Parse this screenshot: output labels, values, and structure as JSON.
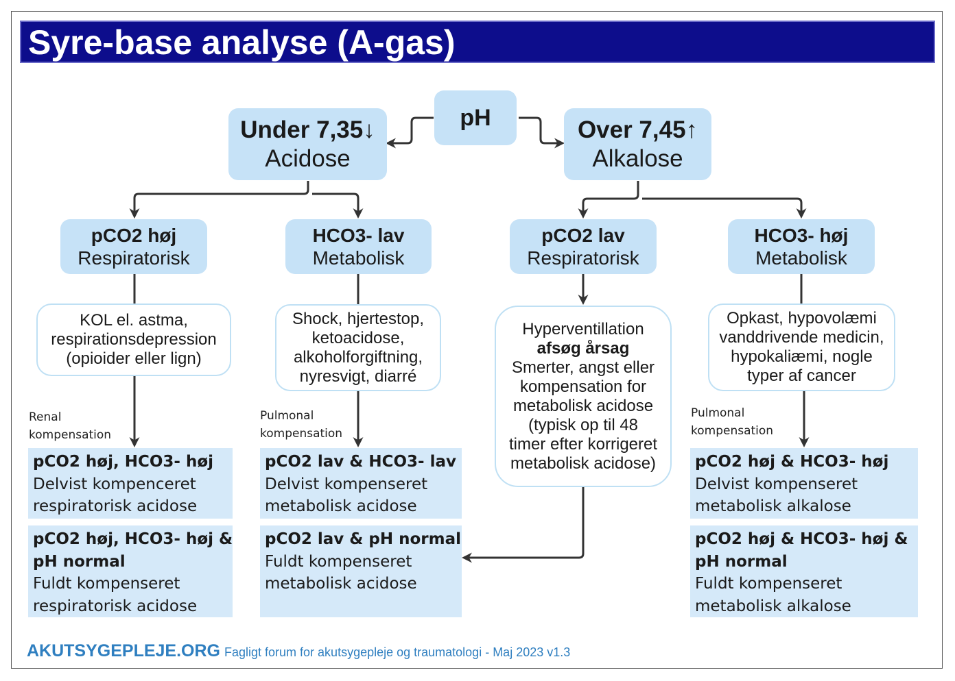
{
  "title": "Syre-base analyse (A-gas)",
  "root": {
    "label": "pH"
  },
  "branches": {
    "acid": {
      "line1": "Under 7,35↓",
      "line2": "Acidose"
    },
    "alk": {
      "line1": "Over 7,45↑",
      "line2": "Alkalose"
    }
  },
  "types": {
    "resp_acid": {
      "line1": "pCO2 høj",
      "line2": "Respiratorisk"
    },
    "met_acid": {
      "line1": "HCO3- lav",
      "line2": "Metabolisk"
    },
    "resp_alk": {
      "line1": "pCO2 lav",
      "line2": "Respiratorisk"
    },
    "met_alk": {
      "line1": "HCO3- høj",
      "line2": "Metabolisk"
    }
  },
  "causes": {
    "resp_acid": [
      "KOL el. astma,",
      "respirationsdepression",
      "(opioider eller lign)"
    ],
    "met_acid": [
      "Shock, hjertestop,",
      "ketoacidose,",
      "alkoholforgiftning,",
      "nyresvigt, diarré"
    ],
    "resp_alk": {
      "first": "Hyperventillation",
      "bold": "afsøg årsag",
      "rest": [
        "Smerter, angst eller",
        "kompensation for",
        "metabolisk acidose",
        "(typisk op til 48",
        "timer efter korrigeret",
        "metabolisk acidose)"
      ]
    },
    "met_alk": [
      "Opkast, hypovolæmi",
      "vanddrivende medicin,",
      "hypokaliæmi, nogle",
      "typer af cancer"
    ]
  },
  "compensation": {
    "renal": [
      "Renal",
      "kompensation"
    ],
    "pulm_1": [
      "Pulmonal",
      "kompensation"
    ],
    "pulm_2": [
      "Pulmonal",
      "kompensation"
    ]
  },
  "results": {
    "r1": {
      "bold": [
        "pCO2 høj, HCO3- høj"
      ],
      "text": [
        "Delvist kompenceret",
        "respiratorisk acidose"
      ]
    },
    "r2": {
      "bold": [
        "pCO2 høj, HCO3- høj &",
        "pH normal"
      ],
      "text": [
        "Fuldt kompenseret",
        "respiratorisk acidose"
      ]
    },
    "r3": {
      "bold": [
        "pCO2 lav & HCO3- lav"
      ],
      "text": [
        "Delvist kompenseret",
        "metabolisk acidose"
      ]
    },
    "r4": {
      "bold": [
        "pCO2 lav & pH normal"
      ],
      "text": [
        "Fuldt kompenseret",
        "metabolisk acidose"
      ]
    },
    "r5": {
      "bold": [
        "pCO2 høj & HCO3- høj"
      ],
      "text": [
        "Delvist kompenseret",
        "metabolisk alkalose"
      ]
    },
    "r6": {
      "bold": [
        "pCO2 høj & HCO3- høj &",
        "pH normal"
      ],
      "text": [
        "Fuldt kompenseret",
        "metabolisk alkalose"
      ]
    }
  },
  "footer": {
    "brand": "AKUTSYGEPLEJE.ORG",
    "tagline": "Fagligt forum for akutsygepleje og traumatologi - Maj 2023 v1.3"
  },
  "colors": {
    "title_bg": "#0d0d8c",
    "node_bg": "#c6e2f7",
    "result_bg": "#d5e9f9",
    "brand": "#2f7fc0"
  }
}
